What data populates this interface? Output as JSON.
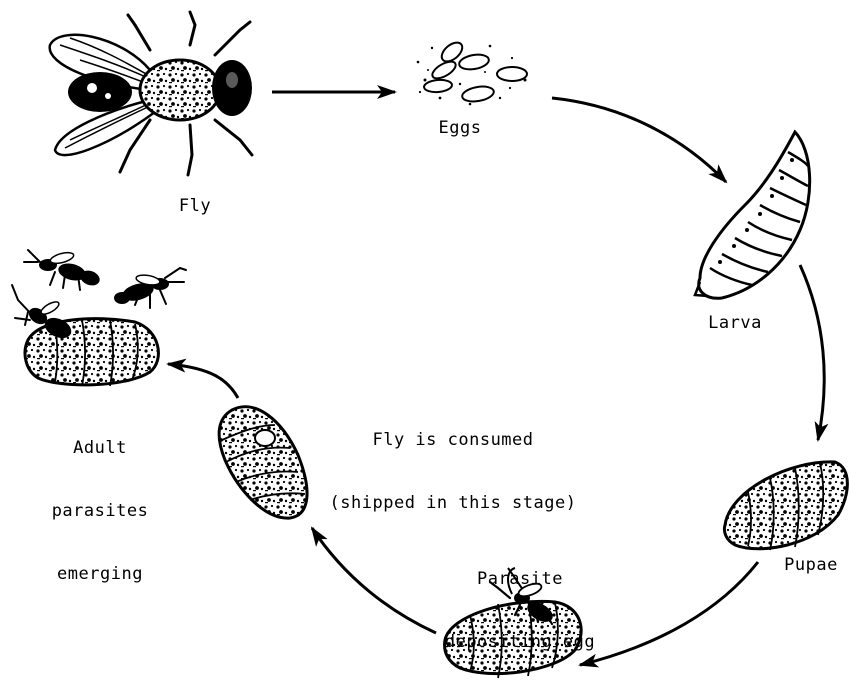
{
  "labels": {
    "fly": "Fly",
    "eggs": "Eggs",
    "larva": "Larva",
    "pupae": "Pupae",
    "parasite_line1": "Parasite",
    "parasite_line2": "depositing egg",
    "consumed_line1": "Fly is consumed",
    "consumed_line2": "(shipped in this stage)",
    "adult_line1": "Adult",
    "adult_line2": "parasites",
    "adult_line3": "emerging"
  }
}
